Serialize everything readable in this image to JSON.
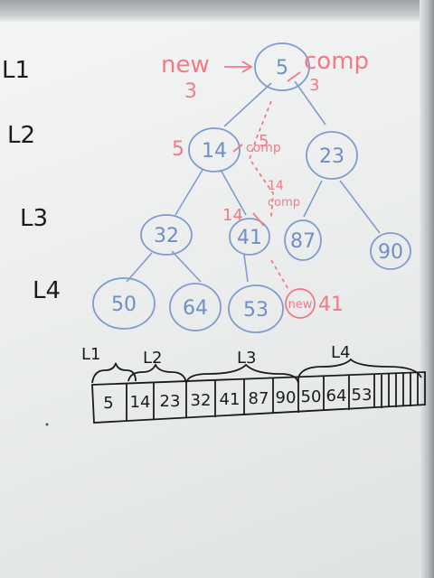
{
  "levels": [
    "L1",
    "L2",
    "L3",
    "L4"
  ],
  "tree": {
    "root": "5",
    "l2": [
      "14",
      "23"
    ],
    "l3": [
      "32",
      "41",
      "87",
      "90"
    ],
    "l4": [
      "50",
      "64",
      "53",
      "new"
    ]
  },
  "annotations": {
    "new_arrow": "new",
    "new_arrow_value": "3",
    "comp_root": "comp",
    "comp_root_value": "3",
    "comp_l2": "comp",
    "comp_l2_value": "5",
    "comp_l3": "comp",
    "comp_l3_value": "14",
    "l2_crossed_value": "5",
    "l3_crossed_value": "14",
    "new_value": "41"
  },
  "array": {
    "level_labels": [
      "L1",
      "L2",
      "L3",
      "L4"
    ],
    "cells": [
      "5",
      "14",
      "23",
      "32",
      "41",
      "87",
      "90",
      "50",
      "64",
      "53"
    ]
  },
  "colors": {
    "blue_marker": "#6f8fc7",
    "red_marker": "#f07a86",
    "black_marker": "#1b1b1b"
  }
}
